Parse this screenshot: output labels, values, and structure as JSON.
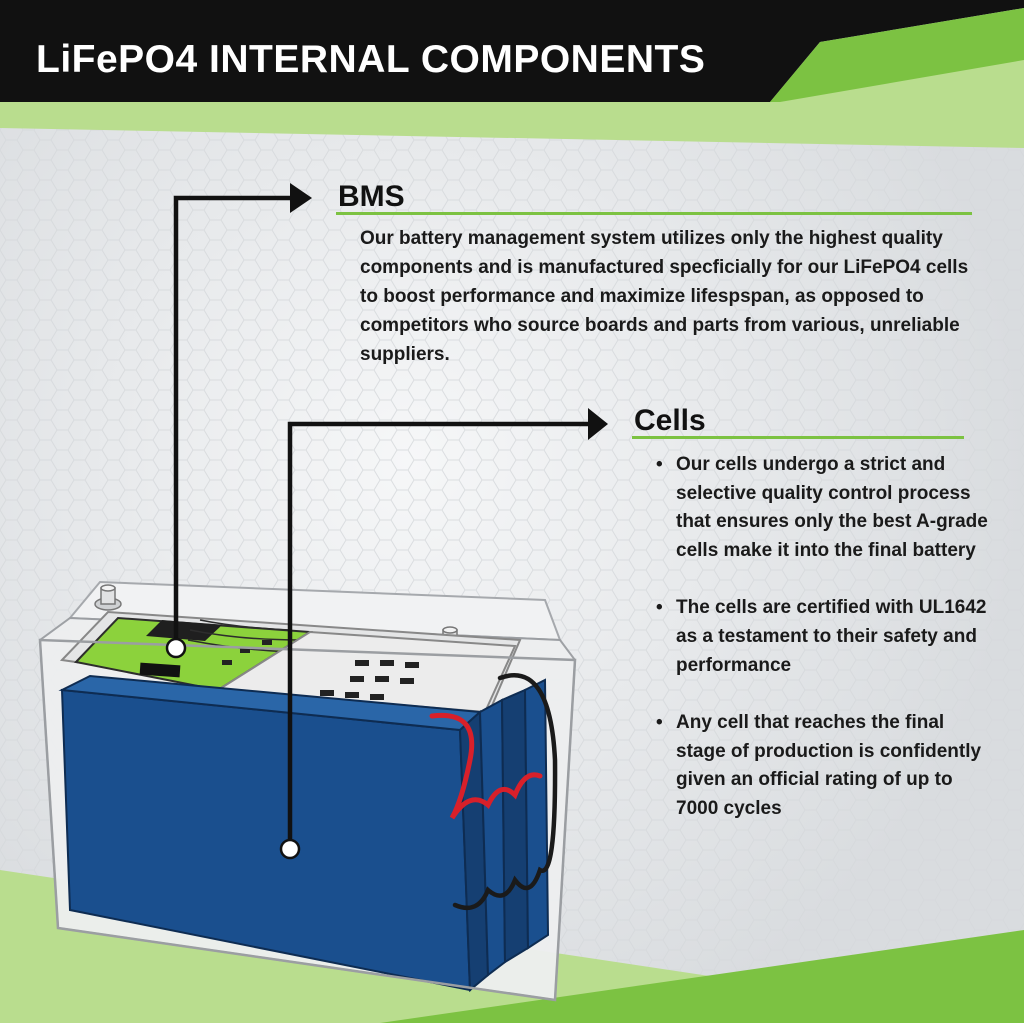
{
  "header": {
    "title": "LiFePO4 INTERNAL COMPONENTS"
  },
  "bms": {
    "title": "BMS",
    "description": "Our battery management system utilizes only the highest quality components and is manufactured specficially for our LiFePO4 cells to boost performance and maximize lifespspan, as opposed to competitors who source boards and parts from various, unreliable suppliers."
  },
  "cells": {
    "title": "Cells",
    "bullets": [
      "Our cells undergo a strict and selective quality control process that ensures only the best A-grade cells make it into the final battery",
      "The cells are certified with UL1642 as a testament to their safety and performance",
      "Any cell that reaches the final stage of production is confidently given an official rating of up to 7000 cycles"
    ]
  },
  "colors": {
    "accent_green": "#7cc242",
    "header_black": "#111111",
    "cell_blue": "#1a4f8e",
    "bms_board_green": "#8cd23c"
  },
  "icons": [
    "bms-pointer-arrow",
    "cells-pointer-arrow",
    "battery-illustration"
  ]
}
